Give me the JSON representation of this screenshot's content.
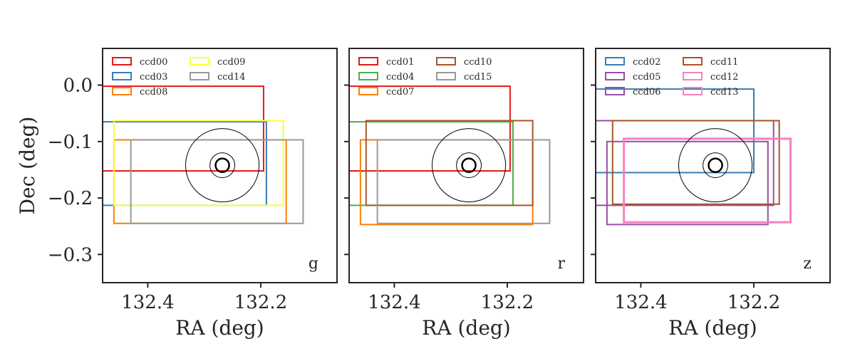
{
  "chart_data": [
    {
      "type": "footprint",
      "panel_label": "g",
      "xlabel": "RA (deg)",
      "ylabel": "Dec (deg)",
      "xlim": [
        132.48,
        132.065
      ],
      "ylim": [
        -0.35,
        0.065
      ],
      "xticks": [
        132.4,
        132.2
      ],
      "xtick_labels": [
        "132.4",
        "132.2"
      ],
      "yticks": [
        0.0,
        -0.1,
        -0.2,
        -0.3
      ],
      "ytick_labels": [
        "0.0",
        "−0.1",
        "−0.2",
        "−0.3"
      ],
      "legend_placement": "top-left",
      "legend_columns": 2,
      "center": [
        132.268,
        -0.142
      ],
      "circle_radii": [
        0.065,
        0.022,
        0.012
      ],
      "series": [
        {
          "name": "ccd00",
          "color": "#e41a1c",
          "ra": [
            132.195,
            132.48
          ],
          "dec": [
            -0.152,
            -0.002
          ]
        },
        {
          "name": "ccd03",
          "color": "#377eb8",
          "ra": [
            132.19,
            132.48
          ],
          "dec": [
            -0.213,
            -0.065
          ]
        },
        {
          "name": "ccd08",
          "color": "#ff7f00",
          "ra": [
            132.155,
            132.46
          ],
          "dec": [
            -0.245,
            -0.097
          ]
        },
        {
          "name": "ccd09",
          "color": "#ffff33",
          "ra": [
            132.16,
            132.46
          ],
          "dec": [
            -0.213,
            -0.063
          ]
        },
        {
          "name": "ccd14",
          "color": "#999999",
          "ra": [
            132.125,
            132.43
          ],
          "dec": [
            -0.245,
            -0.097
          ]
        }
      ]
    },
    {
      "type": "footprint",
      "panel_label": "r",
      "xlabel": "RA (deg)",
      "ylabel": "",
      "xlim": [
        132.48,
        132.065
      ],
      "ylim": [
        -0.35,
        0.065
      ],
      "xticks": [
        132.4,
        132.2
      ],
      "xtick_labels": [
        "132.4",
        "132.2"
      ],
      "yticks": [
        0.0,
        -0.1,
        -0.2,
        -0.3
      ],
      "ytick_labels": [],
      "legend_placement": "top-left",
      "legend_columns": 2,
      "center": [
        132.268,
        -0.142
      ],
      "circle_radii": [
        0.065,
        0.022,
        0.012
      ],
      "series": [
        {
          "name": "ccd01",
          "color": "#e41a1c",
          "ra": [
            132.195,
            132.48
          ],
          "dec": [
            -0.152,
            -0.002
          ]
        },
        {
          "name": "ccd04",
          "color": "#4daf4a",
          "ra": [
            132.19,
            132.48
          ],
          "dec": [
            -0.213,
            -0.065
          ]
        },
        {
          "name": "ccd07",
          "color": "#ff7f00",
          "ra": [
            132.155,
            132.46
          ],
          "dec": [
            -0.247,
            -0.097
          ]
        },
        {
          "name": "ccd10",
          "color": "#a65628",
          "ra": [
            132.155,
            132.45
          ],
          "dec": [
            -0.213,
            -0.063
          ]
        },
        {
          "name": "ccd15",
          "color": "#999999",
          "ra": [
            132.125,
            132.43
          ],
          "dec": [
            -0.245,
            -0.097
          ]
        }
      ]
    },
    {
      "type": "footprint",
      "panel_label": "z",
      "xlabel": "RA (deg)",
      "ylabel": "",
      "xlim": [
        132.48,
        132.065
      ],
      "ylim": [
        -0.35,
        0.065
      ],
      "xticks": [
        132.4,
        132.2
      ],
      "xtick_labels": [
        "132.4",
        "132.2"
      ],
      "yticks": [
        0.0,
        -0.1,
        -0.2,
        -0.3
      ],
      "ytick_labels": [],
      "legend_placement": "top-left",
      "legend_columns": 2,
      "center": [
        132.268,
        -0.142
      ],
      "circle_radii": [
        0.065,
        0.022,
        0.012
      ],
      "series": [
        {
          "name": "ccd02",
          "color": "#377eb8",
          "ra": [
            132.2,
            132.48
          ],
          "dec": [
            -0.155,
            -0.007
          ]
        },
        {
          "name": "ccd05",
          "color": "#984ea3",
          "ra": [
            132.165,
            132.48
          ],
          "dec": [
            -0.213,
            -0.063
          ]
        },
        {
          "name": "ccd06",
          "color": "#984ea3",
          "ra": [
            132.175,
            132.46
          ],
          "dec": [
            -0.247,
            -0.1
          ]
        },
        {
          "name": "ccd11",
          "color": "#a65628",
          "ra": [
            132.155,
            132.45
          ],
          "dec": [
            -0.211,
            -0.063
          ]
        },
        {
          "name": "ccd12",
          "color": "#f781bf",
          "ra": [
            132.135,
            132.43
          ],
          "dec": [
            -0.243,
            -0.095
          ]
        },
        {
          "name": "ccd13",
          "color": "#f781bf",
          "ra": [
            132.135,
            132.43
          ],
          "dec": [
            -0.243,
            -0.095
          ]
        }
      ]
    }
  ]
}
